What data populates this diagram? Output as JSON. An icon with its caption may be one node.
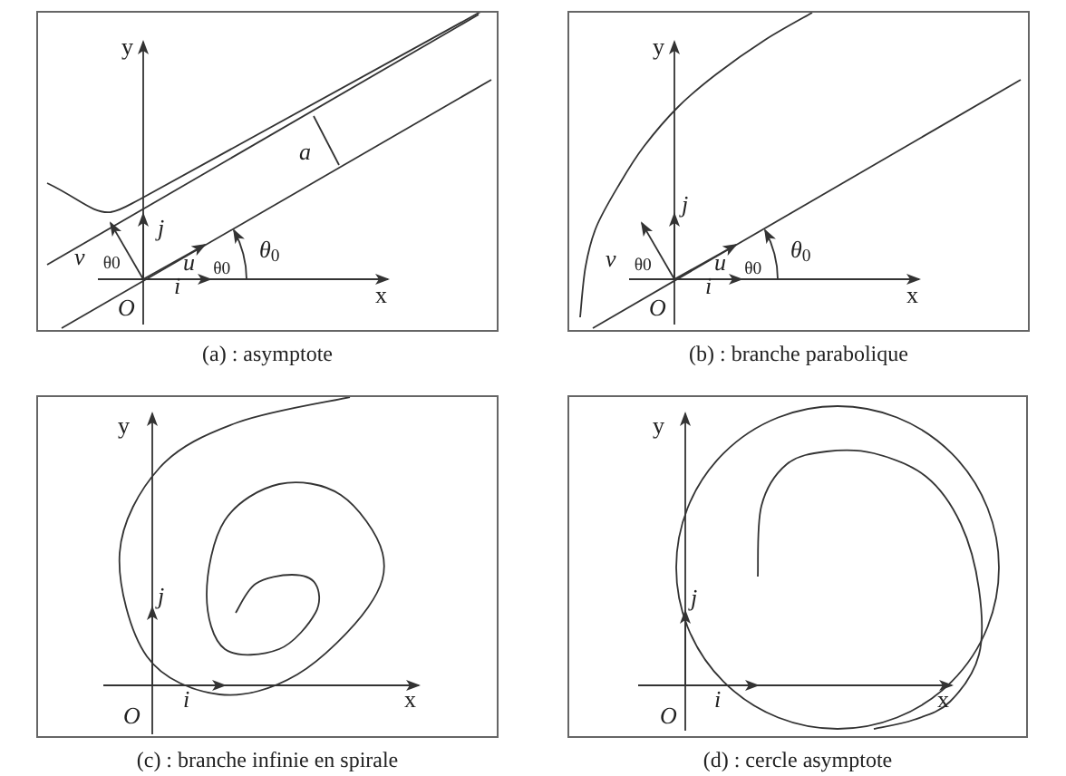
{
  "diagram": {
    "nodes": [
      {
        "text": [
          "(a) : asymptote"
        ]
      },
      {
        "text": [
          "(b) : branche parabolique"
        ]
      },
      {
        "text": [
          "(c) : branche infinie en spirale"
        ]
      },
      {
        "text": [
          "(d) : cercle asymptote"
        ]
      }
    ],
    "labels": [
      "y",
      "a",
      "j⃗",
      "*v⃗*$_{θ0}$",
      "*u⃗*$_{θ0}$",
      "*θ*$_{0}$",
      "i⃗",
      "x",
      "O",
      "y",
      "j⃗",
      "*v⃗*$_{θ0}$",
      "*u⃗*$_{θ0}$",
      "*θ*$_{0}$",
      "i⃗",
      "x",
      "O",
      "y",
      "j⃗",
      "i⃗",
      "x",
      "O",
      "y",
      "j⃗",
      "i⃗",
      "x",
      "O"
    ]
  }
}
